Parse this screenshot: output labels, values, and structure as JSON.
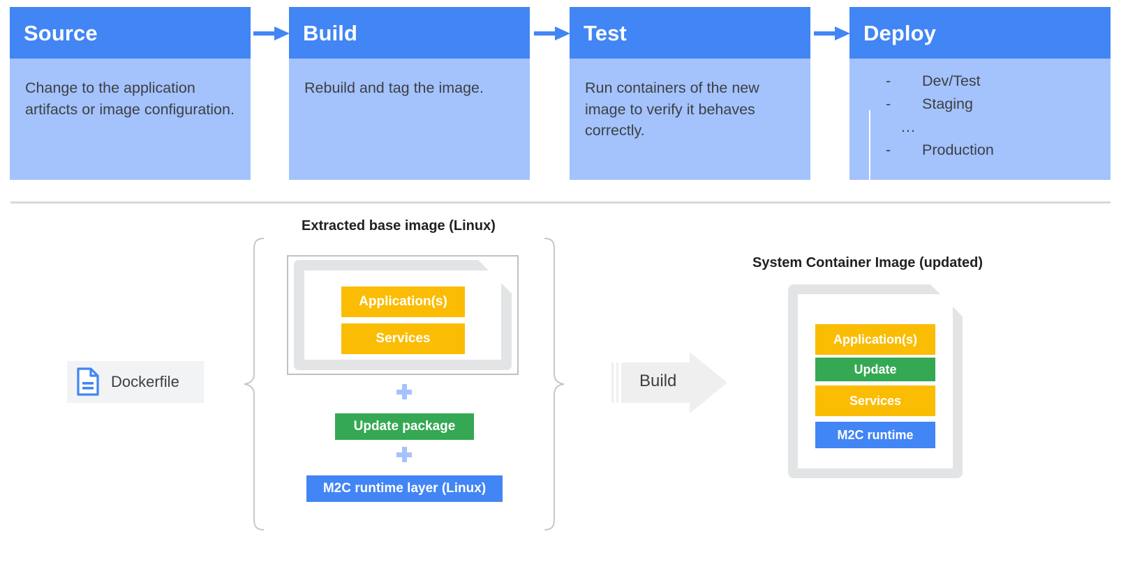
{
  "pipeline": {
    "stages": [
      {
        "title": "Source",
        "desc": "Change to the application artifacts or image configuration."
      },
      {
        "title": "Build",
        "desc": "Rebuild and tag the image."
      },
      {
        "title": "Test",
        "desc": "Run containers of the new image to verify it behaves correctly."
      },
      {
        "title": "Deploy",
        "desc": ""
      }
    ],
    "deploy_items": [
      {
        "dash": "-",
        "label": "Dev/Test"
      },
      {
        "dash": "-",
        "label": "Staging"
      },
      {
        "dash": "-",
        "label": "Production"
      }
    ],
    "deploy_ellipsis": "...",
    "arrow_icon": "arrow-right-icon",
    "deploy_flow_icon": "arrow-down-icon"
  },
  "diagram": {
    "base_caption": "Extracted base image (Linux)",
    "target_caption": "System Container Image (updated)",
    "dockerfile_label": "Dockerfile",
    "dockerfile_icon": "document-icon",
    "build_label": "Build",
    "build_icon": "arrow-right-block-icon",
    "plus_icon": "plus-icon",
    "brace_left_icon": "curly-brace-left-icon",
    "brace_right_icon": "curly-brace-right-icon",
    "base_layers": [
      {
        "label": "Application(s)",
        "color": "#FBBC04"
      },
      {
        "label": "Services",
        "color": "#FBBC04"
      }
    ],
    "addon_layers": [
      {
        "label": "Update package",
        "color": "#34A853"
      },
      {
        "label": "M2C runtime layer (Linux)",
        "color": "#4285F4"
      }
    ],
    "target_layers": [
      {
        "label": "Application(s)",
        "color": "#FBBC04"
      },
      {
        "label": "Update",
        "color": "#34A853"
      },
      {
        "label": "Services",
        "color": "#FBBC04"
      },
      {
        "label": "M2C runtime",
        "color": "#4285F4"
      }
    ]
  },
  "colors": {
    "header_blue": "#4285F4",
    "body_blue": "#A4C2FC",
    "yellow": "#FBBC04",
    "green": "#34A853",
    "grey": "#E2E4E6",
    "divider": "#D5D8DD"
  }
}
